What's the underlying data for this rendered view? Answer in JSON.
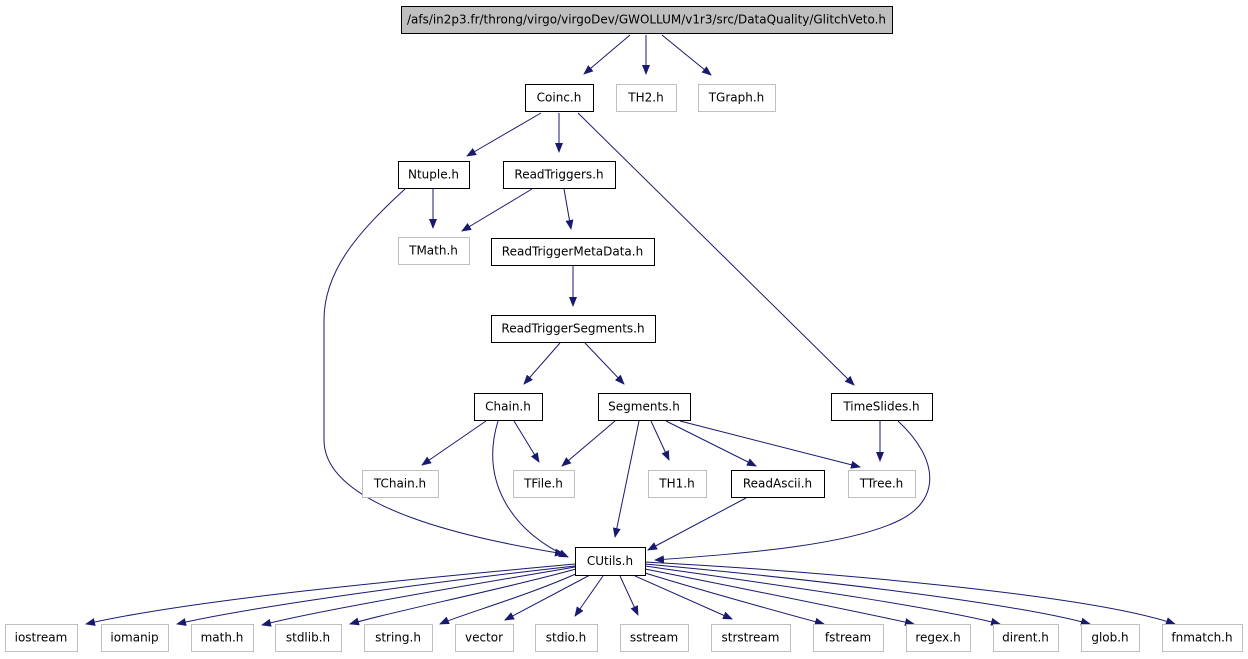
{
  "colors": {
    "edge": "#191970",
    "local_border": "#000000",
    "external_border": "#bfbfbf",
    "root_fill": "#bfbfbf"
  },
  "nodes": [
    {
      "id": "root",
      "label": "/afs/in2p3.fr/throng/virgo/virgoDev/GWOLLUM/v1r3/src/DataQuality/GlitchVeto.h",
      "kind": "root"
    },
    {
      "id": "coinc",
      "label": "Coinc.h",
      "kind": "local"
    },
    {
      "id": "th2",
      "label": "TH2.h",
      "kind": "external"
    },
    {
      "id": "tgraph",
      "label": "TGraph.h",
      "kind": "external"
    },
    {
      "id": "ntuple",
      "label": "Ntuple.h",
      "kind": "local"
    },
    {
      "id": "readtriggers",
      "label": "ReadTriggers.h",
      "kind": "local"
    },
    {
      "id": "tmath",
      "label": "TMath.h",
      "kind": "external"
    },
    {
      "id": "readtriggermetadata",
      "label": "ReadTriggerMetaData.h",
      "kind": "local"
    },
    {
      "id": "readtriggersegments",
      "label": "ReadTriggerSegments.h",
      "kind": "local"
    },
    {
      "id": "chain",
      "label": "Chain.h",
      "kind": "local"
    },
    {
      "id": "segments",
      "label": "Segments.h",
      "kind": "local"
    },
    {
      "id": "timeslides",
      "label": "TimeSlides.h",
      "kind": "local"
    },
    {
      "id": "tchain",
      "label": "TChain.h",
      "kind": "external"
    },
    {
      "id": "tfile",
      "label": "TFile.h",
      "kind": "external"
    },
    {
      "id": "th1",
      "label": "TH1.h",
      "kind": "external"
    },
    {
      "id": "readascii",
      "label": "ReadAscii.h",
      "kind": "local"
    },
    {
      "id": "ttree",
      "label": "TTree.h",
      "kind": "external"
    },
    {
      "id": "cutils",
      "label": "CUtils.h",
      "kind": "local"
    },
    {
      "id": "iostream",
      "label": "iostream",
      "kind": "external"
    },
    {
      "id": "iomanip",
      "label": "iomanip",
      "kind": "external"
    },
    {
      "id": "math",
      "label": "math.h",
      "kind": "external"
    },
    {
      "id": "stdlib",
      "label": "stdlib.h",
      "kind": "external"
    },
    {
      "id": "string",
      "label": "string.h",
      "kind": "external"
    },
    {
      "id": "vector",
      "label": "vector",
      "kind": "external"
    },
    {
      "id": "stdio",
      "label": "stdio.h",
      "kind": "external"
    },
    {
      "id": "sstream",
      "label": "sstream",
      "kind": "external"
    },
    {
      "id": "strstream",
      "label": "strstream",
      "kind": "external"
    },
    {
      "id": "fstream",
      "label": "fstream",
      "kind": "external"
    },
    {
      "id": "regex",
      "label": "regex.h",
      "kind": "external"
    },
    {
      "id": "dirent",
      "label": "dirent.h",
      "kind": "external"
    },
    {
      "id": "glob",
      "label": "glob.h",
      "kind": "external"
    },
    {
      "id": "fnmatch",
      "label": "fnmatch.h",
      "kind": "external"
    }
  ],
  "edges": [
    {
      "from": "root",
      "to": "coinc"
    },
    {
      "from": "root",
      "to": "th2"
    },
    {
      "from": "root",
      "to": "tgraph"
    },
    {
      "from": "coinc",
      "to": "ntuple"
    },
    {
      "from": "coinc",
      "to": "readtriggers"
    },
    {
      "from": "coinc",
      "to": "timeslides"
    },
    {
      "from": "ntuple",
      "to": "tmath"
    },
    {
      "from": "ntuple",
      "to": "cutils"
    },
    {
      "from": "readtriggers",
      "to": "tmath"
    },
    {
      "from": "readtriggers",
      "to": "readtriggermetadata"
    },
    {
      "from": "readtriggermetadata",
      "to": "readtriggersegments"
    },
    {
      "from": "readtriggersegments",
      "to": "chain"
    },
    {
      "from": "readtriggersegments",
      "to": "segments"
    },
    {
      "from": "chain",
      "to": "tchain"
    },
    {
      "from": "chain",
      "to": "tfile"
    },
    {
      "from": "chain",
      "to": "cutils"
    },
    {
      "from": "segments",
      "to": "tfile"
    },
    {
      "from": "segments",
      "to": "th1"
    },
    {
      "from": "segments",
      "to": "readascii"
    },
    {
      "from": "segments",
      "to": "ttree"
    },
    {
      "from": "segments",
      "to": "cutils"
    },
    {
      "from": "timeslides",
      "to": "ttree"
    },
    {
      "from": "timeslides",
      "to": "cutils"
    },
    {
      "from": "readascii",
      "to": "cutils"
    },
    {
      "from": "cutils",
      "to": "iostream"
    },
    {
      "from": "cutils",
      "to": "iomanip"
    },
    {
      "from": "cutils",
      "to": "math"
    },
    {
      "from": "cutils",
      "to": "stdlib"
    },
    {
      "from": "cutils",
      "to": "string"
    },
    {
      "from": "cutils",
      "to": "vector"
    },
    {
      "from": "cutils",
      "to": "stdio"
    },
    {
      "from": "cutils",
      "to": "sstream"
    },
    {
      "from": "cutils",
      "to": "strstream"
    },
    {
      "from": "cutils",
      "to": "fstream"
    },
    {
      "from": "cutils",
      "to": "regex"
    },
    {
      "from": "cutils",
      "to": "dirent"
    },
    {
      "from": "cutils",
      "to": "glob"
    },
    {
      "from": "cutils",
      "to": "fnmatch"
    }
  ]
}
